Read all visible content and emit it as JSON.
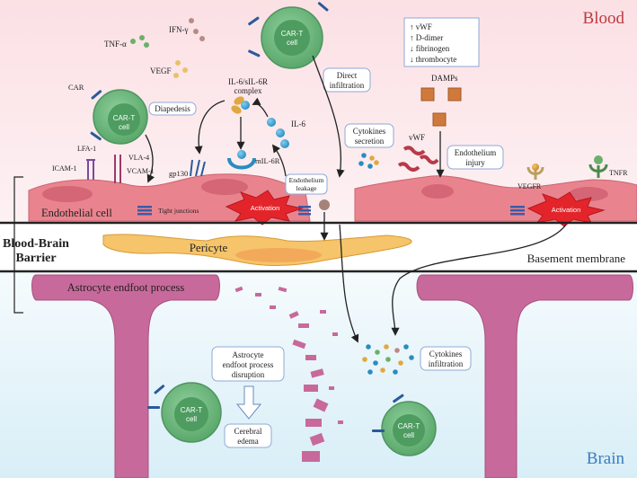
{
  "regions": {
    "blood_label": "Blood",
    "brain_label": "Brain",
    "bbb_label_line1": "Blood-Brain",
    "bbb_label_line2": "Barrier",
    "endothelial_cell": "Endothelial cell",
    "pericyte": "Pericyte",
    "basement_membrane": "Basement membrane",
    "astrocyte_endfoot": "Astrocyte endfoot process",
    "tight_junctions": "Tight junctions"
  },
  "cytokines": {
    "ifn": "IFN-γ",
    "tnf": "TNF-α",
    "vegf": "VEGF"
  },
  "car_t": {
    "label": "CAR-T",
    "sublabel": "cell",
    "car": "CAR",
    "diapedesis": "Diapedesis",
    "lfa1": "LFA-1",
    "icam1": "ICAM-1",
    "vla4": "VLA-4",
    "vcam1": "VCAM-1",
    "direct_infiltration_1": "Direct",
    "direct_infiltration_2": "infiltration"
  },
  "il6": {
    "complex_1": "IL-6/sIL-6R",
    "complex_2": "complex",
    "il6": "IL-6",
    "mil6r": "mIL-6R",
    "gp130": "gp130",
    "activation": "Activation"
  },
  "leakage": {
    "line1": "Endothelium",
    "line2": "leakage",
    "cytokines_secretion_1": "Cytokines",
    "cytokines_secretion_2": "secretion",
    "vwf": "vWF"
  },
  "coag_box": {
    "lines": [
      "↑  vWF",
      "↑  D-dimer",
      "↓  fibrinogen",
      "↓  thrombocyte"
    ]
  },
  "damps": {
    "label": "DAMPs",
    "injury_1": "Endothelium",
    "injury_2": "injury",
    "vegfr": "VEGFR",
    "tnfr": "TNFR",
    "activation": "Activation"
  },
  "brain": {
    "disruption_1": "Astrocyte",
    "disruption_2": "endfoot process",
    "disruption_3": "disruption",
    "edema_1": "Cerebral",
    "edema_2": "edema",
    "infiltration_1": "Cytokines",
    "infiltration_2": "infiltration"
  },
  "colors": {
    "blood_bg": "#fbe3e6",
    "brain_bg": "#e2f2f8",
    "endothelium": "#e9848f",
    "pericyte": "#f6c46a",
    "astrocyte": "#c8699b",
    "cart": "#6ab77c",
    "blood_text": "#c0393f",
    "brain_text": "#3a7cc0"
  }
}
